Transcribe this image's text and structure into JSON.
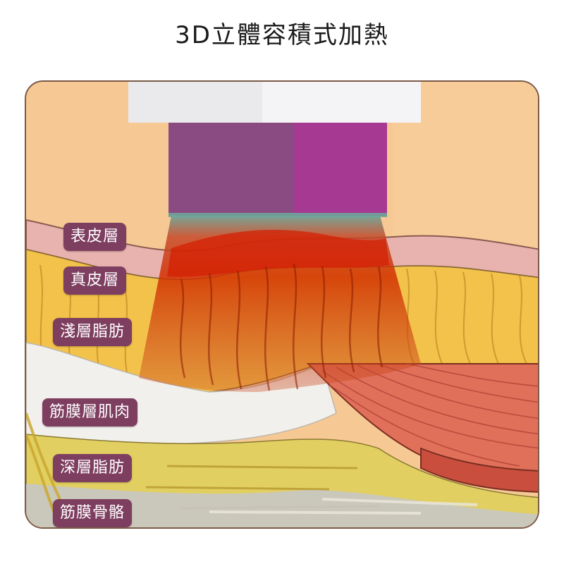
{
  "title": "3D立體容積式加熱",
  "layers": [
    {
      "label": "表皮層"
    },
    {
      "label": "真皮層"
    },
    {
      "label": "淺層脂肪"
    },
    {
      "label": "筋膜層肌肉"
    },
    {
      "label": "深層脂肪"
    },
    {
      "label": "筋膜骨骼"
    }
  ],
  "colors": {
    "skin_background": "#f6c894",
    "epidermis": "#e8b3ae",
    "fat": "#f2c24a",
    "muscle": "#e0705a",
    "fascia": "#f2f0ec",
    "deep_fat": "#d8c448",
    "bone": "#c8c6c4",
    "device_left": "#8a4b83",
    "device_right": "#a63a92",
    "heat": "#cc2a00",
    "label_bg": "#7e3e60"
  },
  "icons": [
    "rf-applicator-device",
    "heat-beam"
  ]
}
